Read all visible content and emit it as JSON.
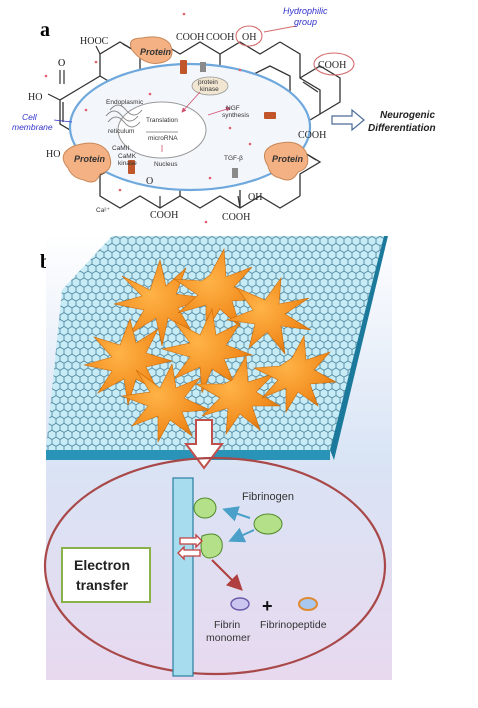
{
  "panel_a": {
    "letter": "a",
    "groups": {
      "hooc": "HOOC",
      "cooh_top1": "COOH",
      "cooh_top2": "COOH",
      "oh_top": "OH",
      "cooh_right_top": "COOH",
      "ho_left": "HO",
      "cooh_right_mid": "COOH",
      "ho_bottom_left": "HO",
      "cooh_bottom1": "COOH",
      "oh_bottom": "OH",
      "cooh_bottom2": "COOH",
      "o_left": "O"
    },
    "labels": {
      "hydrophilic": "Hydrophilic",
      "group": "group",
      "cell": "Cell",
      "membrane": "membrane",
      "protein": "Protein",
      "protein_kinase1": "protein",
      "protein_kinase2": "kinase",
      "er1": "Endoplasmic",
      "er2": "reticulum",
      "translation": "Translation",
      "microrna": "microRNA",
      "ngf1": "NGF",
      "ngf2": "synthesis",
      "nucleus": "Nucleus",
      "camk1": "CaMK",
      "camk2": "kinase",
      "camk_ii": "CaMII",
      "tgf": "TGF-β",
      "ca": "Ca²⁺",
      "neuro1": "Neurogenic",
      "neuro2": "Differentiation"
    }
  },
  "panel_b": {
    "letter": "b",
    "fibrinogen": "Fibrinogen",
    "electron1": "Electron",
    "electron2": "transfer",
    "plus": "+",
    "fibrin1": "Fibrin",
    "fibrin2": "monomer",
    "fibrinopeptide": "Fibrinopeptide"
  },
  "colors": {
    "membrane": "#6fa8dc",
    "protein": "#f4b183",
    "hydrophilic": "#3333cc",
    "sheet": "#35b6d8",
    "cell": "#f28c1e",
    "ellipse": "#a84848",
    "fibrinogen": "#b5e08a"
  }
}
